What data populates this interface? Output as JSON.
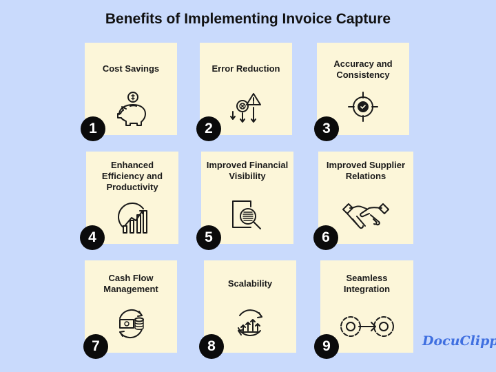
{
  "title": "Benefits of Implementing Invoice Capture",
  "cards": [
    {
      "number": "1",
      "title": "Cost Savings",
      "icon": "piggy-bank-icon"
    },
    {
      "number": "2",
      "title": "Error Reduction",
      "icon": "gear-error-warning-icon"
    },
    {
      "number": "3",
      "title": "Accuracy and Consistency",
      "icon": "target-check-icon"
    },
    {
      "number": "4",
      "title": "Enhanced Efficiency and Productivity",
      "icon": "gear-growth-chart-icon"
    },
    {
      "number": "5",
      "title": "Improved Financial Visibility",
      "icon": "document-magnifier-icon"
    },
    {
      "number": "6",
      "title": "Improved Supplier Relations",
      "icon": "handshake-icon"
    },
    {
      "number": "7",
      "title": "Cash Flow Management",
      "icon": "cash-cycle-icon"
    },
    {
      "number": "8",
      "title": "Scalability",
      "icon": "growth-arrows-icon"
    },
    {
      "number": "9",
      "title": "Seamless Integration",
      "icon": "gears-integration-icon"
    }
  ],
  "logo": "DocuClipper",
  "colors": {
    "background": "#c9dafc",
    "card": "#fcf6d9",
    "badge": "#0b0b0b",
    "logo": "#3f6fe0"
  }
}
